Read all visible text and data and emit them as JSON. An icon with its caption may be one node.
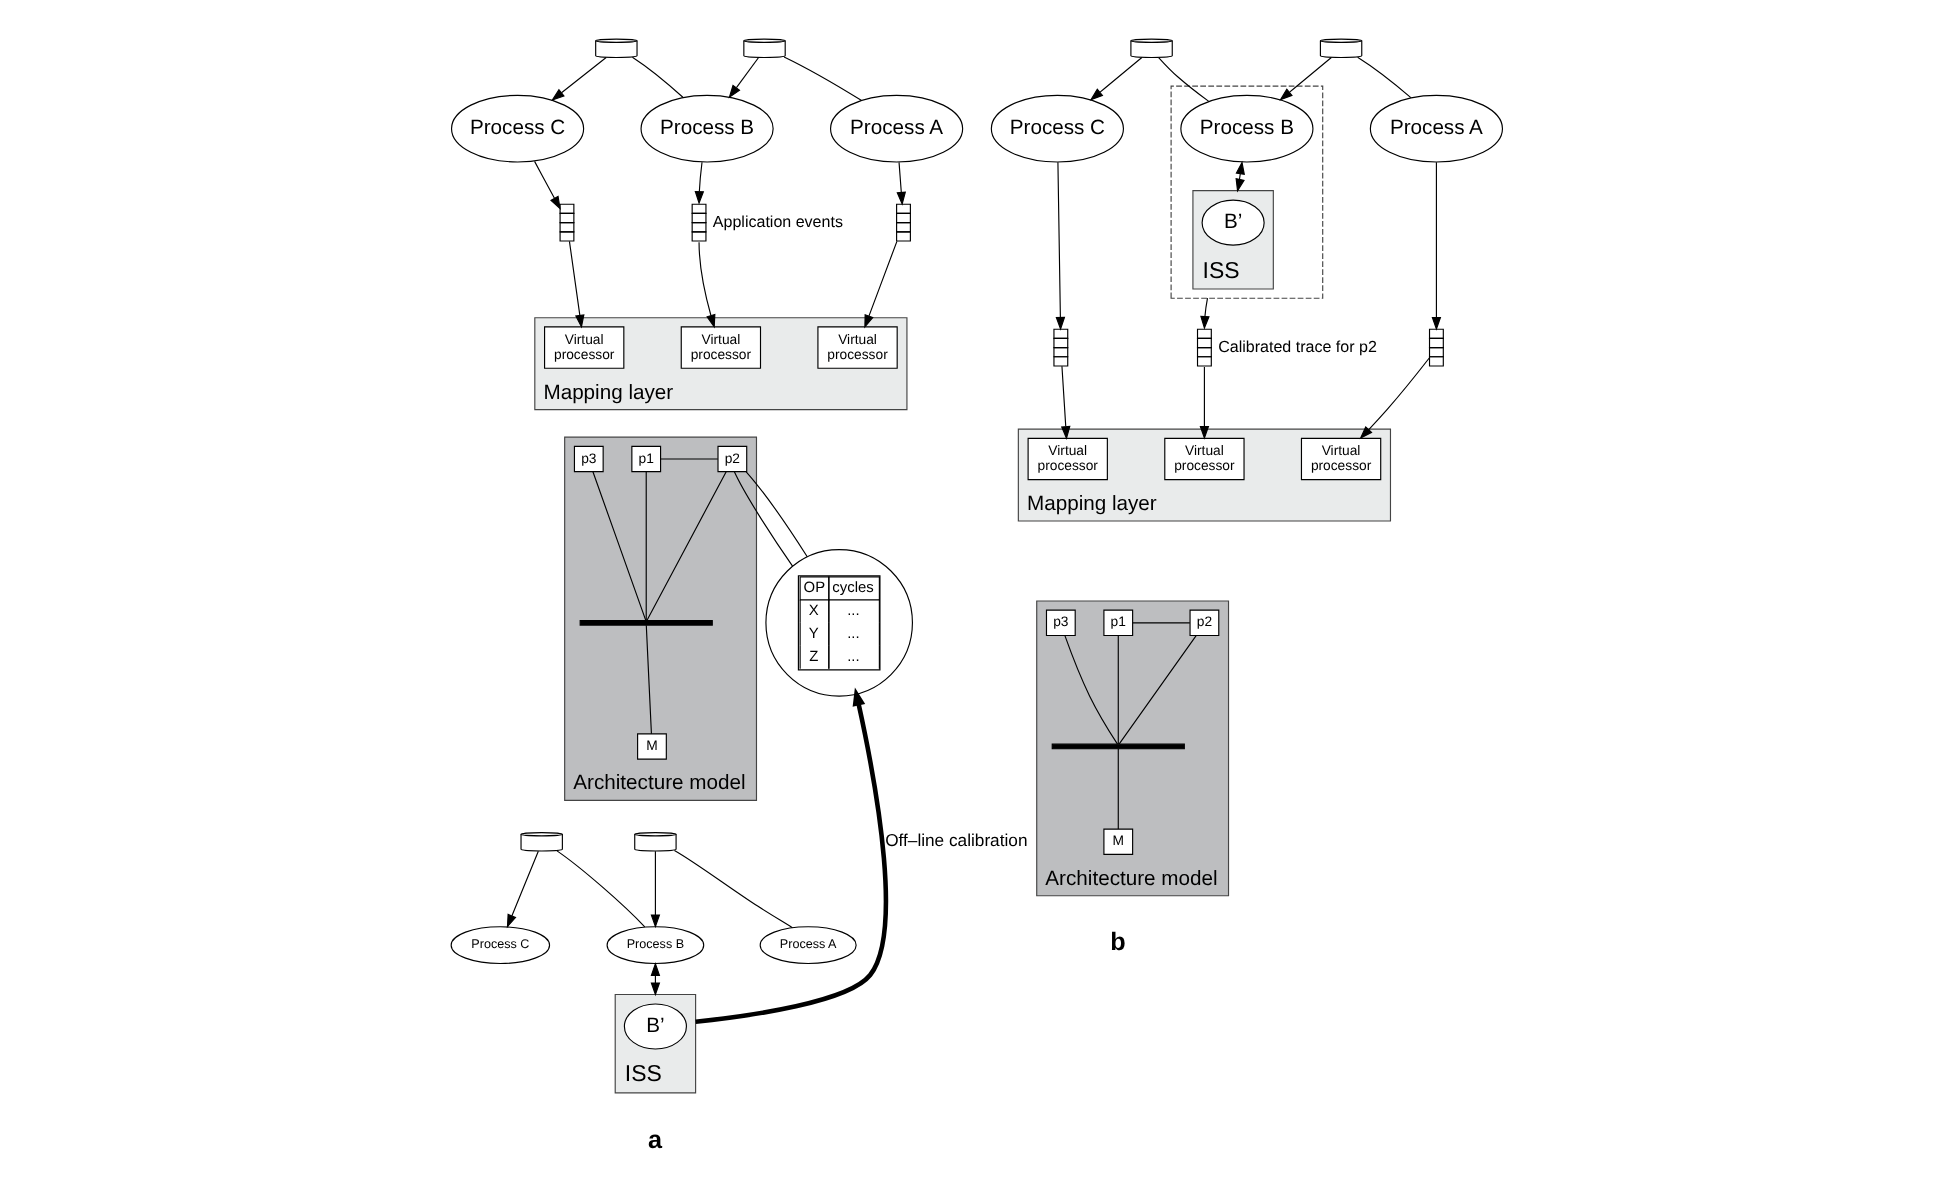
{
  "diagram": {
    "nodes": [
      {
        "text": [
          "Process A"
        ]
      },
      {
        "text": [
          "Process B"
        ]
      },
      {
        "text": [
          "Process C"
        ]
      },
      {
        "text": [],
        "shape": "cylinder"
      },
      {
        "text": [],
        "shape": "cylinder"
      },
      {
        "text": [],
        "shape": "box"
      },
      {
        "text": [],
        "shape": "box",
        "beside": [
          "Application events"
        ]
      },
      {
        "text": [],
        "shape": "box"
      },
      {
        "text": [
          "Mapping layer"
        ]
      },
      {
        "text": [
          "Virtual processor"
        ],
        "in": 8
      },
      {
        "text": [
          "Virtual processor"
        ],
        "in": 8
      },
      {
        "text": [
          "Virtual processor"
        ],
        "in": 8
      },
      {
        "text": [
          "Architecture model"
        ]
      },
      {
        "text": [
          "p1"
        ],
        "in": 12
      },
      {
        "text": [
          "p2"
        ],
        "in": 12
      },
      {
        "text": [
          "p3"
        ],
        "in": 12
      },
      {
        "text": [],
        "shape": "bar",
        "in": 12
      },
      {
        "text": [
          "M"
        ],
        "in": 12
      },
      {
        "text": [
          "OP",
          "cycles",
          "X",
          "...",
          "Y",
          "...",
          "Z",
          "..."
        ]
      },
      {
        "text": [
          "Process A"
        ]
      },
      {
        "text": [
          "Process B"
        ]
      },
      {
        "text": [
          "Process C"
        ]
      },
      {
        "text": [],
        "shape": "cylinder"
      },
      {
        "text": [],
        "shape": "cylinder"
      },
      {
        "text": [
          "ISS"
        ]
      },
      {
        "text": [
          "B’"
        ],
        "in": 24
      },
      {
        "text": [
          "Process A"
        ]
      },
      {
        "text": [],
        "shape": "box"
      },
      {
        "text": [
          "Process B"
        ],
        "in": 27
      },
      {
        "text": [
          "Process C"
        ]
      },
      {
        "text": [],
        "shape": "cylinder"
      },
      {
        "text": [],
        "shape": "cylinder"
      },
      {
        "text": [
          "ISS"
        ],
        "in": 27
      },
      {
        "text": [
          "B’"
        ],
        "in": 32
      },
      {
        "text": [],
        "shape": "box"
      },
      {
        "text": [],
        "shape": "box",
        "beside": [
          "Calibrated trace for p2"
        ]
      },
      {
        "text": [],
        "shape": "box"
      },
      {
        "text": [
          "Mapping layer"
        ]
      },
      {
        "text": [
          "Virtual processor"
        ],
        "in": 37
      },
      {
        "text": [
          "Virtual processor"
        ],
        "in": 37
      },
      {
        "text": [
          "Virtual processor"
        ],
        "in": 37
      },
      {
        "text": [
          "Architecture model"
        ]
      },
      {
        "text": [
          "p1"
        ],
        "in": 41
      },
      {
        "text": [
          "p2"
        ],
        "in": 41
      },
      {
        "text": [
          "p3"
        ],
        "in": 41
      },
      {
        "text": [],
        "shape": "bar",
        "in": 41
      },
      {
        "text": [
          "M"
        ],
        "in": 41
      }
    ],
    "edges": [
      {
        "from": 0,
        "to": 3,
        "arrow": "none"
      },
      {
        "from": 3,
        "to": 1,
        "arrow": "to"
      },
      {
        "from": 1,
        "to": 4,
        "arrow": "none"
      },
      {
        "from": 4,
        "to": 2,
        "arrow": "to"
      },
      {
        "from": 0,
        "to": 5,
        "arrow": "to"
      },
      {
        "from": 5,
        "to": 9,
        "arrow": "to"
      },
      {
        "from": 1,
        "to": 6,
        "arrow": "to"
      },
      {
        "from": 6,
        "to": 10,
        "arrow": "to"
      },
      {
        "from": 2,
        "to": 7,
        "arrow": "to"
      },
      {
        "from": 7,
        "to": 11,
        "arrow": "to"
      },
      {
        "from": 13,
        "to": 14,
        "arrow": "none"
      },
      {
        "from": 13,
        "to": 16,
        "arrow": "none"
      },
      {
        "from": 14,
        "to": 16,
        "arrow": "none"
      },
      {
        "from": 15,
        "to": 16,
        "arrow": "none"
      },
      {
        "from": 16,
        "to": 17,
        "arrow": "none"
      },
      {
        "from": 14,
        "to": 18,
        "arrow": "none"
      },
      {
        "from": 14,
        "to": 18,
        "arrow": "none"
      },
      {
        "from": 19,
        "to": 22,
        "arrow": "none"
      },
      {
        "from": 22,
        "to": 20,
        "arrow": "to"
      },
      {
        "from": 20,
        "to": 23,
        "arrow": "none"
      },
      {
        "from": 23,
        "to": 21,
        "arrow": "to"
      },
      {
        "from": 20,
        "to": 24,
        "arrow": "both"
      },
      {
        "from": 24,
        "to": 18,
        "arrow": "to",
        "label": "Off–line calibration",
        "style": "thick"
      },
      {
        "from": 26,
        "to": 30,
        "arrow": "none"
      },
      {
        "from": 30,
        "to": 28,
        "arrow": "to"
      },
      {
        "from": 28,
        "to": 31,
        "arrow": "none"
      },
      {
        "from": 31,
        "to": 29,
        "arrow": "to"
      },
      {
        "from": 28,
        "to": 32,
        "arrow": "both"
      },
      {
        "from": 27,
        "to": 35,
        "arrow": "to"
      },
      {
        "from": 35,
        "to": 39,
        "arrow": "to"
      },
      {
        "from": 26,
        "to": 34,
        "arrow": "to"
      },
      {
        "from": 34,
        "to": 38,
        "arrow": "to"
      },
      {
        "from": 29,
        "to": 36,
        "arrow": "to"
      },
      {
        "from": 36,
        "to": 40,
        "arrow": "to"
      },
      {
        "from": 42,
        "to": 43,
        "arrow": "none"
      },
      {
        "from": 42,
        "to": 45,
        "arrow": "none"
      },
      {
        "from": 43,
        "to": 45,
        "arrow": "none"
      },
      {
        "from": 44,
        "to": 45,
        "arrow": "none"
      },
      {
        "from": 45,
        "to": 46,
        "arrow": "none"
      }
    ],
    "labels": [
      "a",
      "b"
    ]
  }
}
